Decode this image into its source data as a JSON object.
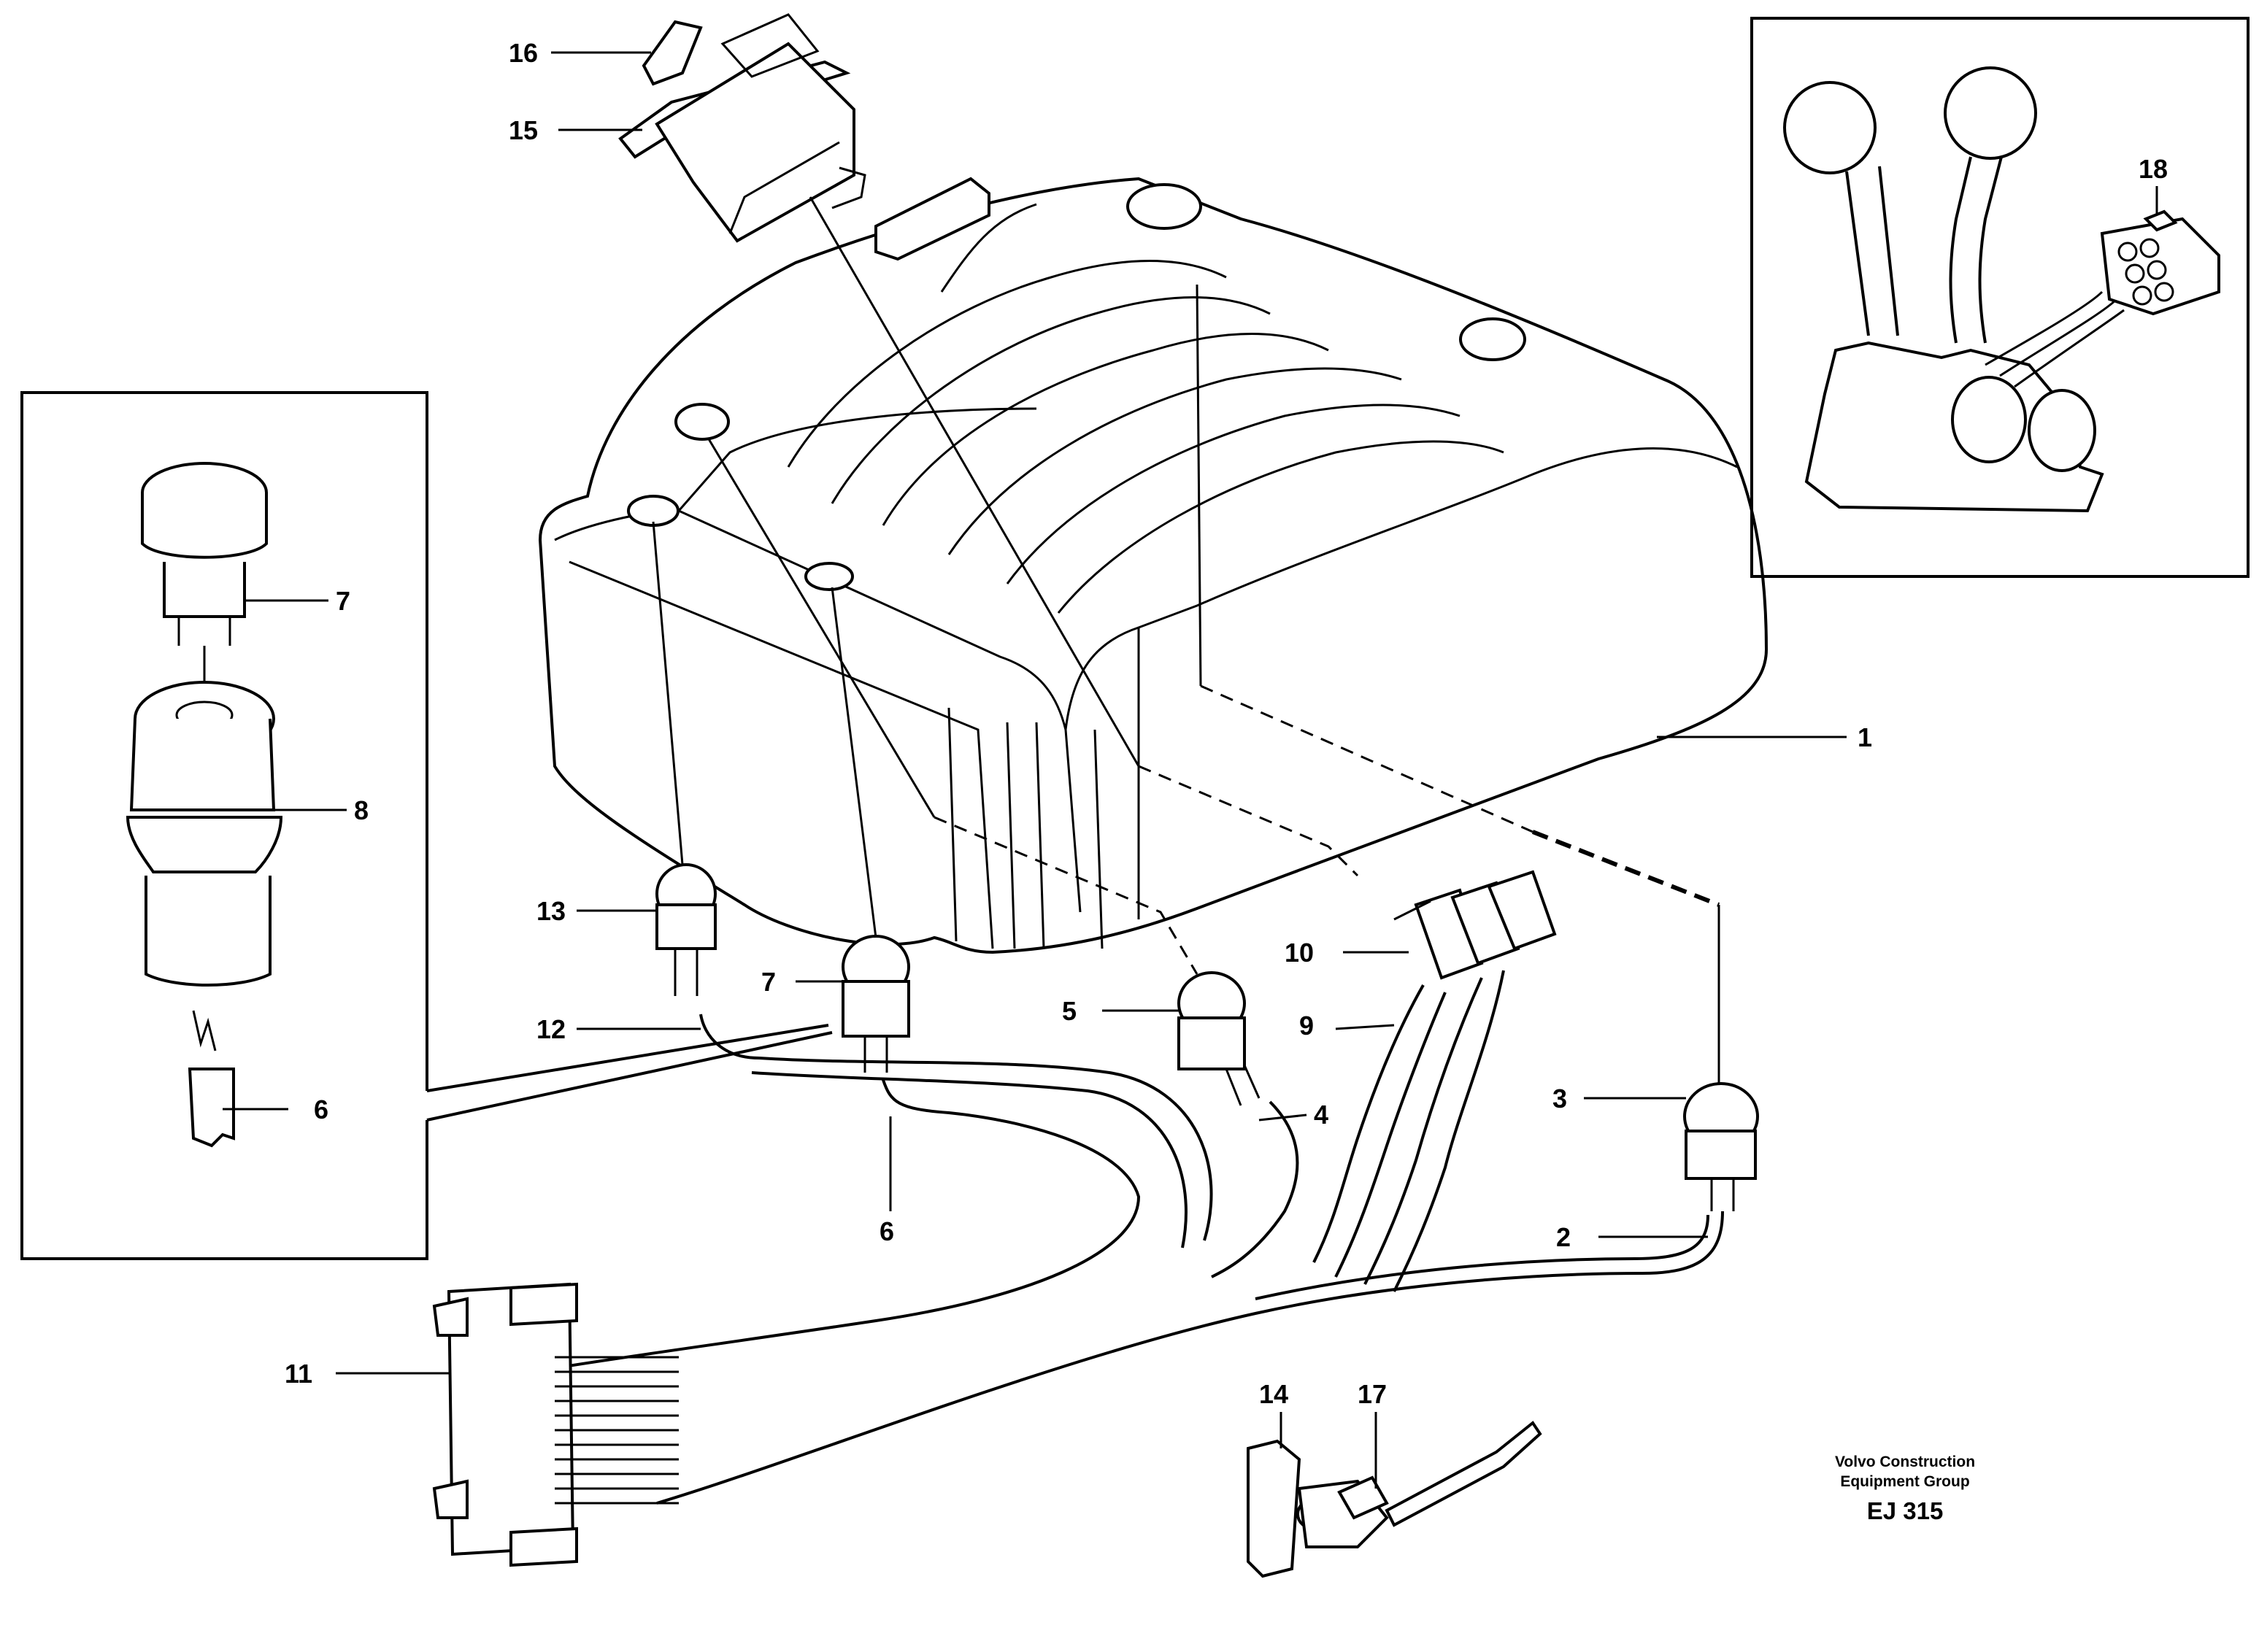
{
  "figure": {
    "callouts": {
      "c1": "1",
      "c2": "2",
      "c3": "3",
      "c4": "4",
      "c5": "5",
      "c6a": "6",
      "c6b": "6",
      "c7a": "7",
      "c7b": "7",
      "c8": "8",
      "c9": "9",
      "c10": "10",
      "c11": "11",
      "c12": "12",
      "c13": "13",
      "c14": "14",
      "c15": "15",
      "c16": "16",
      "c17": "17",
      "c18": "18"
    },
    "caption": {
      "line1": "Volvo Construction",
      "line2": "Equipment Group",
      "code": "EJ 315"
    }
  }
}
